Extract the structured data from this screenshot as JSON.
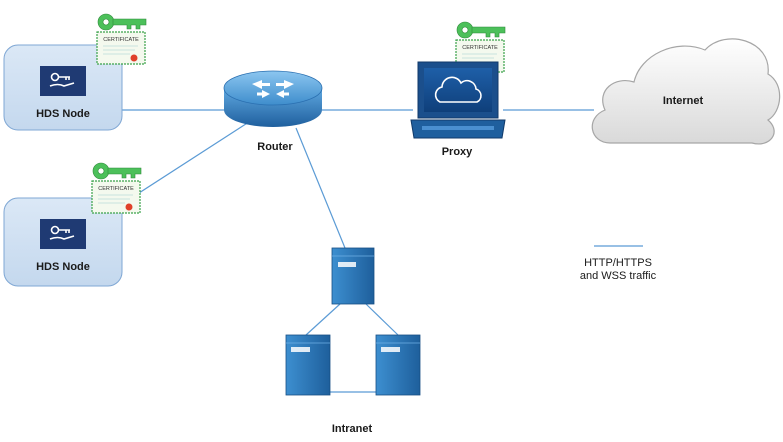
{
  "nodes": {
    "hds_node_1": {
      "label": "HDS Node"
    },
    "hds_node_2": {
      "label": "HDS Node"
    },
    "router": {
      "label": "Router"
    },
    "proxy": {
      "label": "Proxy"
    },
    "internet": {
      "label": "Internet"
    },
    "intranet": {
      "label": "Intranet"
    }
  },
  "certificate": {
    "title": "CERTIFICATE"
  },
  "legend": {
    "line1": "HTTP/HTTPS",
    "line2": "and WSS traffic"
  },
  "colors": {
    "link_line": "#5b9bd5",
    "node_box_fill": "#cfe0f3",
    "node_box_stroke": "#7fa7d4",
    "icon_tile": "#1f3a73",
    "device_blue": "#2e7bbf",
    "key_green": "#4cc05a",
    "cert_border": "#3aa24a"
  }
}
